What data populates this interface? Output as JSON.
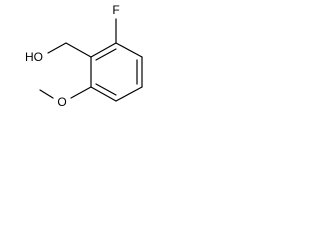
{
  "atoms": {
    "fluorine": "F",
    "hydroxyl": "HO",
    "methoxy_oxygen": "O"
  }
}
